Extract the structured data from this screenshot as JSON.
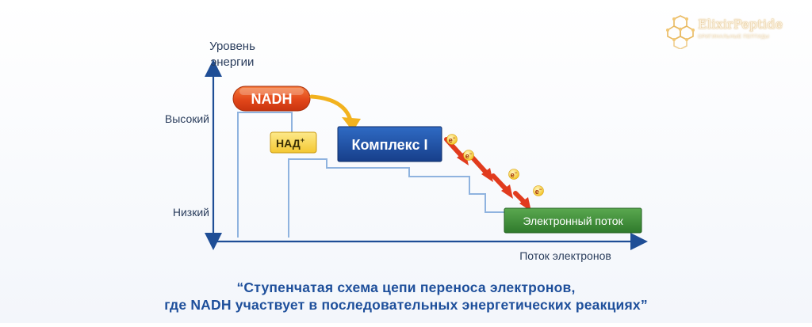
{
  "diagram": {
    "y_axis_label_line1": "Уровень",
    "y_axis_label_line2": "энергии",
    "y_high": "Высокий",
    "y_low": "Низкий",
    "x_axis_label": "Поток электронов",
    "nadh_label": "NADH",
    "nad_label": "НАД",
    "nad_superscript": "+",
    "complex_label": "Комплекс I",
    "electron_flow_label": "Электронный поток",
    "electron_symbol": "e",
    "electron_charge": "−",
    "colors": {
      "axis": "#1f4e96",
      "step_line": "#8fb3df",
      "nadh_fill": "#e2471a",
      "nad_fill": "#f9d64a",
      "complex_fill": "#1d4fa3",
      "electron_flow_fill": "#3f8a3a",
      "arrow_red": "#e13b1e",
      "arrow_yellow": "#f2b21e",
      "caption": "#1e4f9b"
    }
  },
  "logo": {
    "name": "ElixirPeptide",
    "tagline": "ОРИГИНАЛЬНЫЕ ПЕПТИДЫ"
  },
  "caption": {
    "line1": "“Ступенчатая схема цепи переноса электронов,",
    "line2": "где NADH участвует в последовательных энергетических реакциях”"
  }
}
